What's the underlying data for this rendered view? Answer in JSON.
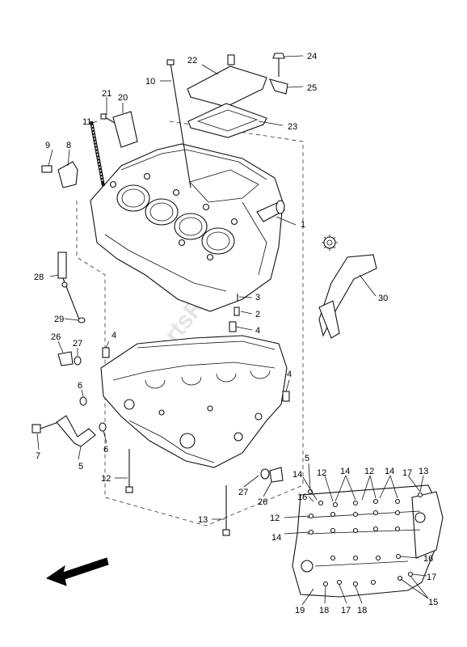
{
  "watermark": "PartsRepublik",
  "callouts": {
    "c1": "1",
    "c2": "2",
    "c3": "3",
    "c4a": "4",
    "c4b": "4",
    "c4c": "4",
    "c5a": "5",
    "c5b": "5",
    "c6a": "6",
    "c6b": "6",
    "c7": "7",
    "c8": "8",
    "c9": "9",
    "c10": "10",
    "c11": "11",
    "c12a": "12",
    "c12b": "12",
    "c12c": "12",
    "c12d": "12",
    "c13a": "13",
    "c13b": "13",
    "c14a": "14",
    "c14b": "14",
    "c14c": "14",
    "c14d": "14",
    "c15": "15",
    "c16a": "16",
    "c16b": "16",
    "c17a": "17",
    "c17b": "17",
    "c17c": "17",
    "c18a": "18",
    "c18b": "18",
    "c19": "19",
    "c20": "20",
    "c21": "21",
    "c22": "22",
    "c23": "23",
    "c24": "24",
    "c25": "25",
    "c26a": "26",
    "c26b": "26",
    "c27a": "27",
    "c27b": "27",
    "c28": "28",
    "c29": "29",
    "c30": "30"
  },
  "icons": {
    "direction_arrow": "front-arrow-icon",
    "gear": "gear-icon"
  }
}
